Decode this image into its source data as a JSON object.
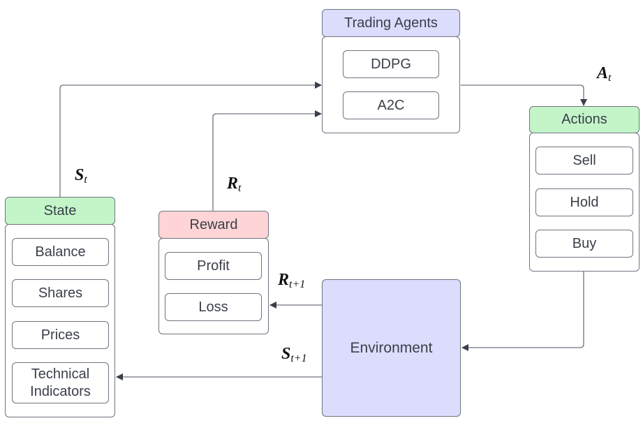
{
  "trading_agents": {
    "title": "Trading Agents",
    "items": [
      "DDPG",
      "A2C"
    ]
  },
  "actions": {
    "title": "Actions",
    "items": [
      "Sell",
      "Hold",
      "Buy"
    ]
  },
  "state": {
    "title": "State",
    "items": [
      "Balance",
      "Shares",
      "Prices",
      "Technical Indicators"
    ]
  },
  "reward": {
    "title": "Reward",
    "items": [
      "Profit",
      "Loss"
    ]
  },
  "environment": {
    "title": "Environment"
  },
  "edge_labels": {
    "action": {
      "base": "A",
      "sub": "t"
    },
    "state": {
      "base": "S",
      "sub": "t"
    },
    "reward": {
      "base": "R",
      "sub": "t"
    },
    "next_reward": {
      "base": "R",
      "sub": "t+1"
    },
    "next_state": {
      "base": "S",
      "sub": "t+1"
    }
  },
  "colors": {
    "header_green": "#c3f5c8",
    "header_pink": "#ffd4d6",
    "header_lavender": "#dcdcfc",
    "border": "#6f7480",
    "arrow": "#3a3f4a"
  }
}
